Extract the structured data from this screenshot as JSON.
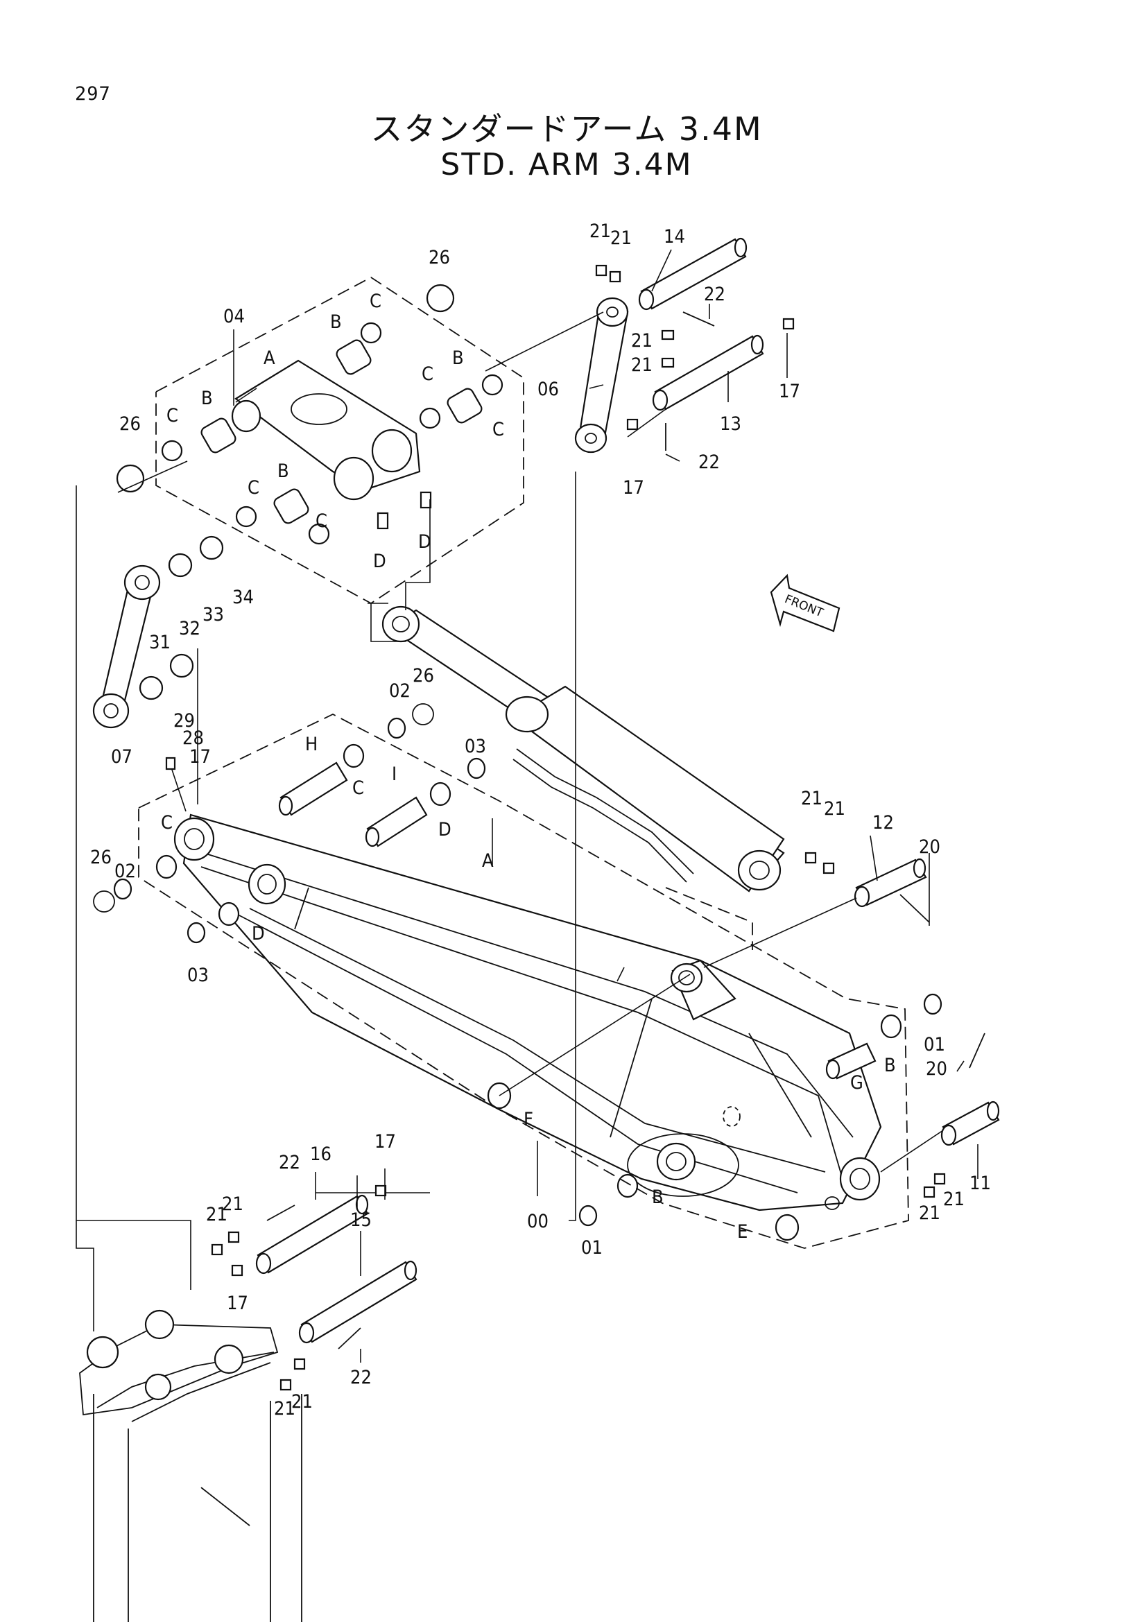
{
  "page_number": "297",
  "title_jp": "スタンダードアーム 3.4M",
  "title_en": "STD. ARM 3.4M",
  "front_label": "FRONT",
  "callouts": [
    {
      "id": "c-21a",
      "text": "21"
    },
    {
      "id": "c-21b",
      "text": "21"
    },
    {
      "id": "c-14",
      "text": "14"
    },
    {
      "id": "c-22a",
      "text": "22"
    },
    {
      "id": "c-17a",
      "text": "17"
    },
    {
      "id": "c-21c",
      "text": "21"
    },
    {
      "id": "c-21d",
      "text": "21"
    },
    {
      "id": "c-13",
      "text": "13"
    },
    {
      "id": "c-22b",
      "text": "22"
    },
    {
      "id": "c-17b",
      "text": "17"
    },
    {
      "id": "c-06",
      "text": "06"
    },
    {
      "id": "c-26a",
      "text": "26"
    },
    {
      "id": "c-04",
      "text": "04"
    },
    {
      "id": "c-26b",
      "text": "26"
    },
    {
      "id": "c-Cup",
      "text": "C"
    },
    {
      "id": "c-Bup",
      "text": "B"
    },
    {
      "id": "c-A-top",
      "text": "A"
    },
    {
      "id": "c-Cleft",
      "text": "C"
    },
    {
      "id": "c-Bleft",
      "text": "B"
    },
    {
      "id": "c-Cr1",
      "text": "C"
    },
    {
      "id": "c-Br1",
      "text": "B"
    },
    {
      "id": "c-Cr2",
      "text": "C"
    },
    {
      "id": "c-Cm1",
      "text": "C"
    },
    {
      "id": "c-Bm",
      "text": "B"
    },
    {
      "id": "c-Cm2",
      "text": "C"
    },
    {
      "id": "c-D1",
      "text": "D"
    },
    {
      "id": "c-D2",
      "text": "D"
    },
    {
      "id": "c-33",
      "text": "33"
    },
    {
      "id": "c-34",
      "text": "34"
    },
    {
      "id": "c-31",
      "text": "31"
    },
    {
      "id": "c-32",
      "text": "32"
    },
    {
      "id": "c-29",
      "text": "29"
    },
    {
      "id": "c-28",
      "text": "28"
    },
    {
      "id": "c-17c",
      "text": "17"
    },
    {
      "id": "c-07",
      "text": "07"
    },
    {
      "id": "c-02a",
      "text": "02"
    },
    {
      "id": "c-26c",
      "text": "26"
    },
    {
      "id": "c-03a",
      "text": "03"
    },
    {
      "id": "c-H",
      "text": "H"
    },
    {
      "id": "c-C3",
      "text": "C"
    },
    {
      "id": "c-I",
      "text": "I"
    },
    {
      "id": "c-D3",
      "text": "D"
    },
    {
      "id": "c-C4",
      "text": "C"
    },
    {
      "id": "c-26d",
      "text": "26"
    },
    {
      "id": "c-02b",
      "text": "02"
    },
    {
      "id": "c-D4",
      "text": "D"
    },
    {
      "id": "c-03b",
      "text": "03"
    },
    {
      "id": "c-A-arm",
      "text": "A"
    },
    {
      "id": "c-21e",
      "text": "21"
    },
    {
      "id": "c-21f",
      "text": "21"
    },
    {
      "id": "c-12",
      "text": "12"
    },
    {
      "id": "c-20a",
      "text": "20"
    },
    {
      "id": "c-01a",
      "text": "01"
    },
    {
      "id": "c-B3",
      "text": "B"
    },
    {
      "id": "c-G",
      "text": "G"
    },
    {
      "id": "c-20b",
      "text": "20"
    },
    {
      "id": "c-F",
      "text": "F"
    },
    {
      "id": "c-00",
      "text": "00"
    },
    {
      "id": "c-B4",
      "text": "B"
    },
    {
      "id": "c-01b",
      "text": "01"
    },
    {
      "id": "c-E",
      "text": "E"
    },
    {
      "id": "c-11",
      "text": "11"
    },
    {
      "id": "c-21g",
      "text": "21"
    },
    {
      "id": "c-21h",
      "text": "21"
    },
    {
      "id": "c-22c",
      "text": "22"
    },
    {
      "id": "c-16",
      "text": "16"
    },
    {
      "id": "c-17d",
      "text": "17"
    },
    {
      "id": "c-21i",
      "text": "21"
    },
    {
      "id": "c-21j",
      "text": "21"
    },
    {
      "id": "c-17e",
      "text": "17"
    },
    {
      "id": "c-15",
      "text": "15"
    },
    {
      "id": "c-22d",
      "text": "22"
    },
    {
      "id": "c-21k",
      "text": "21"
    },
    {
      "id": "c-21l",
      "text": "21"
    }
  ]
}
